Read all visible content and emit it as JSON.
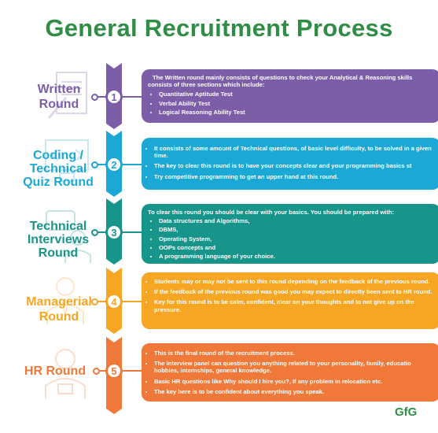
{
  "title": "General Recruitment Process",
  "colors": {
    "title": "#2f8d46",
    "stage1": "#7b5ea7",
    "stage2": "#1ba8d4",
    "stage3": "#18958a",
    "stage4": "#f6a623",
    "stage5": "#f0793a"
  },
  "stages": [
    {
      "number": "1",
      "label": "Written\nRound",
      "icon": "notebook-icon",
      "intro": "The Written round mainly consists of questions to check your Analytical & Reasoning skills consists of three sections which include:",
      "bullets": [
        "Quantitative Aptitude Test",
        "Verbal Ability Test",
        "Logical Reasoning Ability Test"
      ]
    },
    {
      "number": "2",
      "label": "Coding /\nTechnical\nQuiz Round",
      "icon": "code-screen-icon",
      "intro": "",
      "bullets": [
        "It consists of some amount of Technical questions, of basic level difficulty, to be solved in a given time.",
        "The key to clear this round is to have your concepts clear and your programming basics st",
        "Try competitive programming to get an upper hand at this round."
      ]
    },
    {
      "number": "3",
      "label": "Technical\nInterviews\nRound",
      "icon": "interview-icon",
      "intro": "To clear this round you should be clear with your basics. You should be prepared with:",
      "bullets": [
        "Data structures and Algorithms,",
        "DBMS,",
        "Operating System,",
        "OOPs concepts and",
        "A programming language of your choice."
      ]
    },
    {
      "number": "4",
      "label": "Managerial\nRound",
      "icon": "manager-icon",
      "intro": "",
      "bullets": [
        "Students may or may not be sent to this round depending on the feedback of the previous round.",
        "If the feedback of the previous round was good you may expect to directly been sent to HR round.",
        "Key for this round is to be calm, confident, clear on your thoughts and to not give up on the pressure."
      ]
    },
    {
      "number": "5",
      "label": "HR Round",
      "icon": "hr-person-icon",
      "intro": "",
      "bullets": [
        "This is the final round of the recruitment process.",
        "The interview panel can question you anything related to your personality, family, educatio hobbies, internships, general knowledge.",
        "Basic HR questions like Why should I hire you?, If any problem in relocation etc.",
        "The key here is to be confident about everything you speak."
      ]
    }
  ],
  "logo": "GfG"
}
